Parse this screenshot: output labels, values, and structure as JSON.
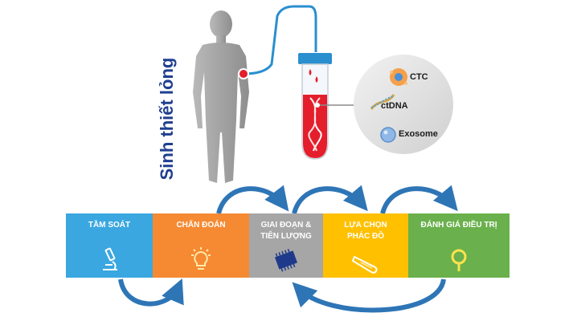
{
  "title": "Sinh thiết lỏng",
  "biomarkers": [
    {
      "label": "CTC",
      "icon": "ctc-cell-icon"
    },
    {
      "label": "ctDNA",
      "icon": "dna-strand-icon"
    },
    {
      "label": "Exosome",
      "icon": "exosome-icon"
    }
  ],
  "stages": [
    {
      "label": "TẦM SOÁT",
      "icon": "microscope-icon",
      "color": "#3aa7e0"
    },
    {
      "label": "CHẨN ĐOÁN",
      "icon": "lightbulb-icon",
      "color": "#f58a33"
    },
    {
      "label": "GIAI ĐOẠN &\nTIÊN LƯỢNG",
      "icon": "chip-icon",
      "color": "#a6a6a6"
    },
    {
      "label": "LỰA CHỌN\nPHÁC ĐỒ",
      "icon": "test-tube-icon",
      "color": "#ffc000"
    },
    {
      "label": "ĐÁNH GIÁ ĐIỀU TRỊ",
      "icon": "magnifier-icon",
      "color": "#6ab04c"
    }
  ],
  "colors": {
    "title": "#1f3f8f",
    "arrow": "#2e75b6",
    "blood": "#e41e2b",
    "tube_cap": "#2a8fcf",
    "body": "#a6a6a6"
  }
}
